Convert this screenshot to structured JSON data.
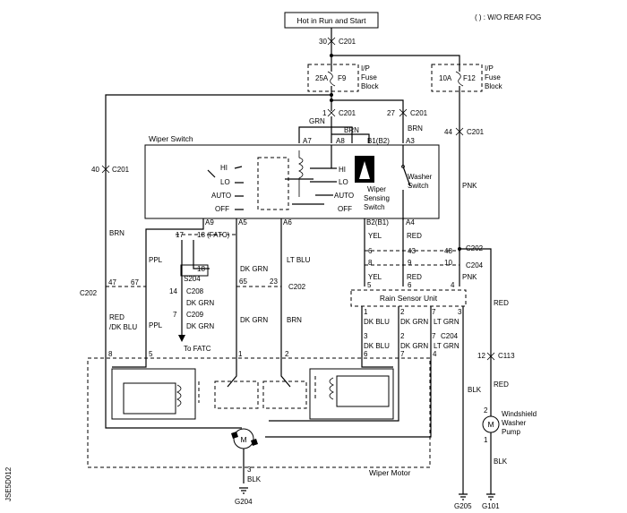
{
  "header": {
    "power_source": "Hot in Run and Start",
    "legend_note": "( ) : W/O REAR FOG"
  },
  "fuses": {
    "f9": {
      "rating": "25A",
      "id": "F9",
      "label_l1": "I/P",
      "label_l2": "Fuse",
      "label_l3": "Block"
    },
    "f12": {
      "rating": "10A",
      "id": "F12",
      "label_l1": "I/P",
      "label_l2": "Fuse",
      "label_l3": "Block"
    }
  },
  "wiper_switch": {
    "title": "Wiper Switch",
    "positions": {
      "hi": "HI",
      "lo": "LO",
      "auto": "AUTO",
      "off": "OFF"
    },
    "pins": {
      "a7": "A7",
      "a8": "A8",
      "b1": "B1(B2)",
      "a3": "A3",
      "a9": "A9",
      "a5": "A5",
      "a6": "A6",
      "b2": "B2(B1)",
      "a4": "A4"
    },
    "washer_l1": "Washer",
    "washer_l2": "Switch",
    "sensing_l1": "Wiper",
    "sensing_l2": "Sensing",
    "sensing_l3": "Switch"
  },
  "rain_sensor": {
    "title": "Rain Sensor Unit"
  },
  "wiper_motor": {
    "title": "Wiper Motor",
    "motor_symbol": "M"
  },
  "washer_pump": {
    "l1": "Windshield",
    "l2": "Washer",
    "l3": "Pump",
    "motor_symbol": "M"
  },
  "labels": {
    "n30": "30",
    "c201_top": "C201",
    "n1": "1",
    "c201_f9": "C201",
    "n27": "27",
    "c201_f12": "C201",
    "n44": "44",
    "c201_r": "C201",
    "grn": "GRN",
    "brn_a8": "BRN",
    "brn_a3": "BRN",
    "n40": "40",
    "c201_l": "C201",
    "brn_left": "BRN",
    "pnk_r": "PNK",
    "fatc_17": "17",
    "fatc_18": "18 (FATC)",
    "s204": "S204",
    "s204_pin": "18",
    "ppl_upper": "PPL",
    "dkgrn_top": "DK GRN",
    "ltblu": "LT BLU",
    "c202_l": "C202",
    "n47": "47",
    "n67": "67",
    "n65": "65",
    "n23": "23",
    "c202_m": "C202",
    "n14": "14",
    "c208": "C208",
    "dkgrn_c208": "DK GRN",
    "n7": "7",
    "c209": "C209",
    "dkgrn_c209": "DK GRN",
    "to_fatc": "To FATC",
    "red_dkblu_l1": "RED",
    "red_dkblu_l2": "/DK BLU",
    "ppl_lower": "PPL",
    "dkgrn_mid": "DK GRN",
    "brn_mid": "BRN",
    "yel_1": "YEL",
    "red_1": "RED",
    "n6a": "6",
    "n43": "43",
    "n48": "48",
    "c202_r": "C202",
    "n8": "8",
    "n9": "9",
    "n10": "10",
    "c204_r": "C204",
    "yel_2": "YEL",
    "red_2": "RED",
    "pnk_2": "PNK",
    "n5": "5",
    "n6b": "6",
    "n4a": "4",
    "n1b": "1",
    "n2b": "2",
    "n7b": "7",
    "n3b": "3",
    "dkblu_1": "DK BLU",
    "dkgrn_1": "DK GRN",
    "ltgrn_1": "LT GRN",
    "n3c": "3",
    "n2c": "2",
    "n7c": "7",
    "c204_m": "C204",
    "dkblu_2": "DK BLU",
    "dkgrn_2": "DK GRN",
    "ltgrn_2": "LT GRN",
    "red_rs": "RED",
    "blk_rs": "BLK",
    "n12": "12",
    "c113": "C113",
    "red_pump": "RED",
    "p2": "2",
    "p1": "1",
    "blk_pump": "BLK",
    "m8": "8",
    "m5": "5",
    "m1": "1",
    "m2": "2",
    "m6": "6",
    "m7": "7",
    "m4": "4",
    "m3": "3",
    "blk_g204": "BLK",
    "g204": "G204",
    "g205": "G205",
    "g101": "G101",
    "doc_code": "JSE5D012"
  }
}
